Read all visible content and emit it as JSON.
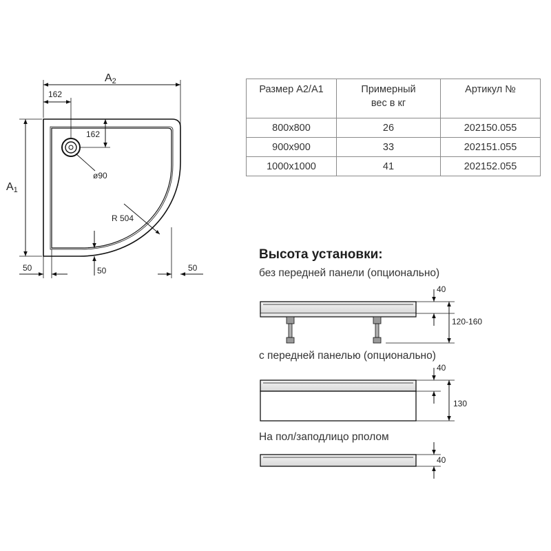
{
  "plan": {
    "label_a2": "A",
    "label_a2_sub": "2",
    "label_a1": "A",
    "label_a1_sub": "1",
    "dim_drain_offset_x": "162",
    "dim_drain_offset_y": "162",
    "dim_drain_diameter": "ø90",
    "dim_radius": "R 504",
    "dim_left_margin": "50",
    "dim_bottom_inner": "50",
    "dim_right_margin": "50"
  },
  "table": {
    "headers": [
      "Размер A2/A1",
      "Примерный\nвес в кг",
      "Артикул №"
    ],
    "rows": [
      [
        "800x800",
        "26",
        "202150.055"
      ],
      [
        "900x900",
        "33",
        "202151.055"
      ],
      [
        "1000x1000",
        "41",
        "202152.055"
      ]
    ]
  },
  "installation": {
    "title": "Высота установки:",
    "variants": [
      {
        "label": "без передней панели (опционально)",
        "dims": [
          "40",
          "120-160"
        ]
      },
      {
        "label": "с передней панелью (опционально)",
        "dims": [
          "40",
          "130"
        ]
      },
      {
        "label": "На пол/заподлицо рполом",
        "dims": [
          "40"
        ]
      }
    ]
  }
}
